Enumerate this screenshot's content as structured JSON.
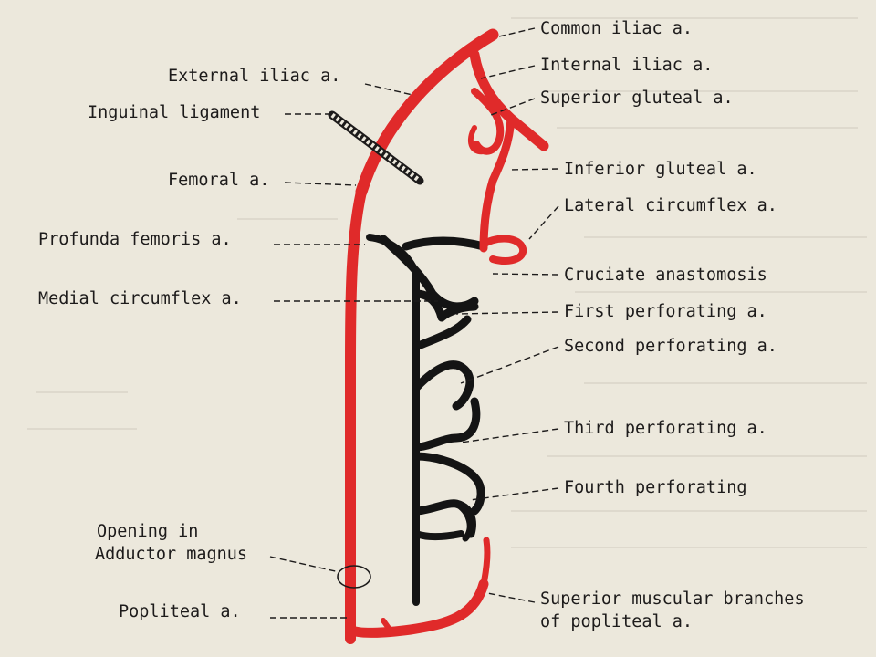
{
  "labels": {
    "common_iliac": "Common iliac a.",
    "internal_iliac": "Internal iliac a.",
    "superior_gluteal": "Superior gluteal a.",
    "inferior_gluteal": "Inferior gluteal a.",
    "lateral_circumflex": "Lateral circumflex a.",
    "cruciate_anastomosis": "Cruciate anastomosis",
    "first_perforating": "First perforating a.",
    "second_perforating": "Second perforating a.",
    "third_perforating": "Third perforating a.",
    "fourth_perforating": "Fourth perforating",
    "superior_muscular_1": "Superior muscular branches",
    "superior_muscular_2": "of popliteal a.",
    "external_iliac": "External iliac a.",
    "inguinal_ligament": "Inguinal ligament",
    "femoral": "Femoral a.",
    "profunda_femoris": "Profunda femoris a.",
    "medial_circumflex": "Medial circumflex a.",
    "opening_1": "Opening in",
    "opening_2": "Adductor magnus",
    "popliteal": "Popliteal a."
  },
  "colors": {
    "artery_red": "#e02a2a",
    "artery_black": "#141414",
    "paper": "#ece8dc",
    "text": "#1d1b1b"
  }
}
